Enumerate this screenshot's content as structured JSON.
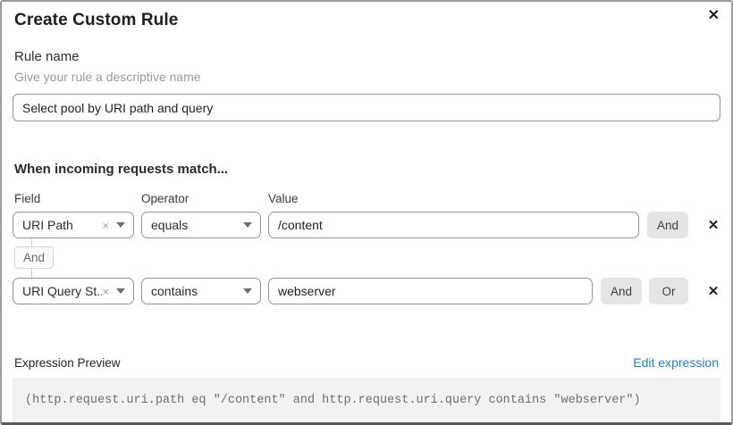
{
  "modal": {
    "title": "Create Custom Rule"
  },
  "icons": {
    "close": "✕",
    "clear": "×",
    "remove": "✕"
  },
  "rule_name": {
    "label": "Rule name",
    "hint": "Give your rule a descriptive name",
    "value": "Select pool by URI path and query"
  },
  "matcher": {
    "heading": "When incoming requests match...",
    "columns": {
      "field": "Field",
      "operator": "Operator",
      "value": "Value"
    },
    "connector_label": "And",
    "rows": [
      {
        "field": "URI Path",
        "operator": "equals",
        "value": "/content",
        "buttons": [
          "And"
        ]
      },
      {
        "field": "URI Query St...",
        "operator": "contains",
        "value": "webserver",
        "buttons": [
          "And",
          "Or"
        ]
      }
    ]
  },
  "expression": {
    "label": "Expression Preview",
    "edit_link": "Edit expression",
    "code": "(http.request.uri.path eq \"/content\" and http.request.uri.query contains \"webserver\")"
  },
  "colors": {
    "link_blue": "#2e7cb5",
    "button_gray": "#e5e5e5",
    "input_border": "#949494",
    "code_bg": "#f2f2f2"
  }
}
